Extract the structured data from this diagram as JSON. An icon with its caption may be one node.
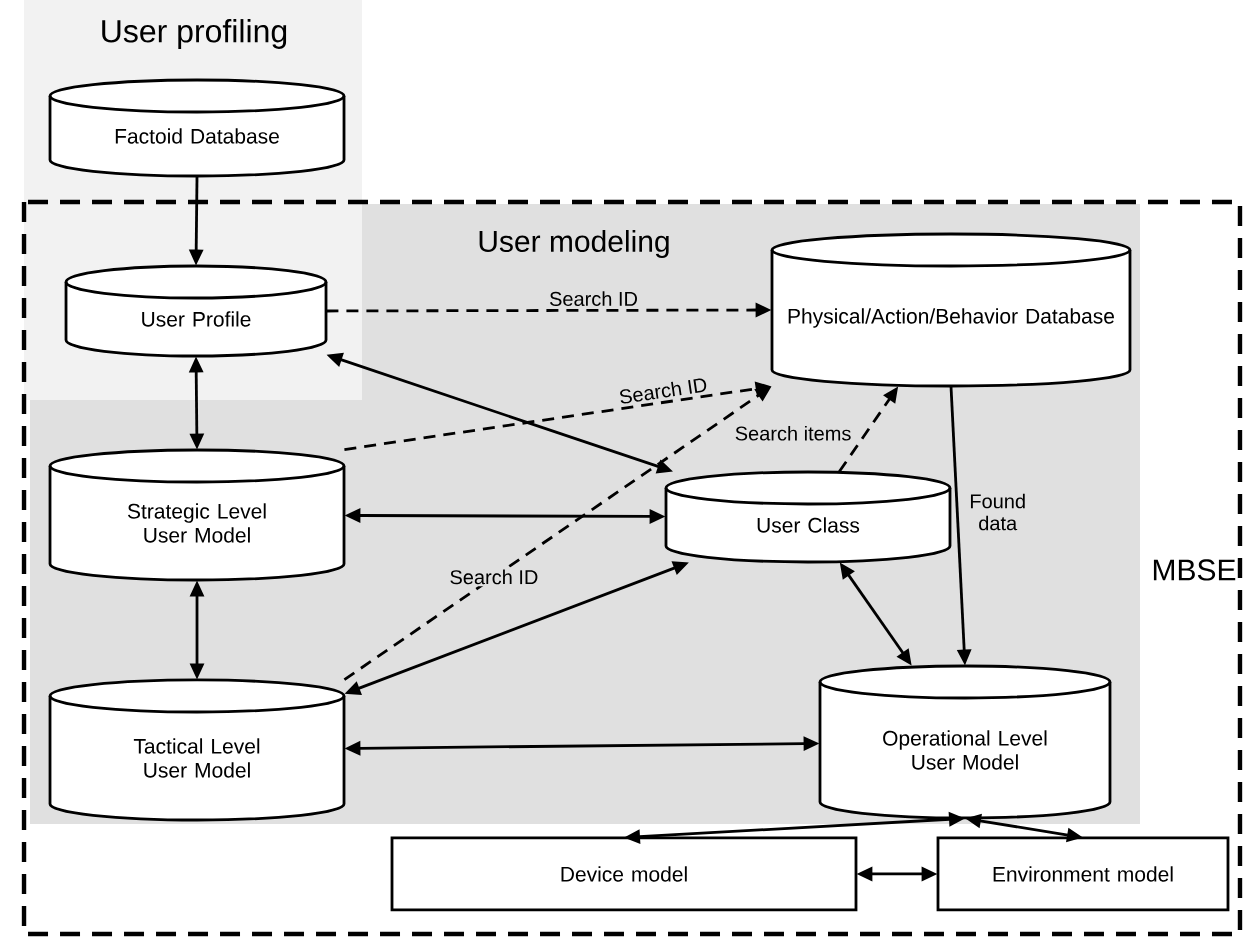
{
  "diagram": {
    "nodes": [
      {
        "text": [
          "User profiling"
        ]
      },
      {
        "text": [
          "MBSE"
        ]
      },
      {
        "text": [
          "User modeling"
        ],
        "in": 1
      },
      {
        "text": [
          "Factoid Database"
        ],
        "in": 0
      },
      {
        "text": [
          "User Profile"
        ]
      },
      {
        "text": [
          "Physical/Action/Behavior Database"
        ],
        "in": 2
      },
      {
        "text": [
          "Strategic Level User Model"
        ],
        "in": 2
      },
      {
        "text": [
          "User Class"
        ],
        "in": 2
      },
      {
        "text": [
          "Tactical Level User Model"
        ],
        "in": 2
      },
      {
        "text": [
          "Operational Level User Model"
        ],
        "in": 2
      },
      {
        "text": [
          "Device model"
        ],
        "in": 1
      },
      {
        "text": [
          "Environment model"
        ],
        "in": 1
      }
    ],
    "edges": [
      {
        "from": 3,
        "to": 4,
        "arrow": "to"
      },
      {
        "from": 4,
        "to": 6,
        "arrow": "both"
      },
      {
        "from": 6,
        "to": 8,
        "arrow": "both"
      },
      {
        "from": 4,
        "to": 5,
        "arrow": "to",
        "style": "dashed",
        "label": "Search ID"
      },
      {
        "from": 6,
        "to": 5,
        "arrow": "to",
        "style": "dashed",
        "label": "Search ID"
      },
      {
        "from": 8,
        "to": 5,
        "arrow": "to",
        "style": "dashed",
        "label": "Search ID"
      },
      {
        "from": 7,
        "to": 5,
        "arrow": "to",
        "style": "dashed",
        "label": "Search items"
      },
      {
        "from": 4,
        "to": 7,
        "arrow": "both"
      },
      {
        "from": 6,
        "to": 7,
        "arrow": "both"
      },
      {
        "from": 8,
        "to": 7,
        "arrow": "both"
      },
      {
        "from": 8,
        "to": 9,
        "arrow": "both"
      },
      {
        "from": 5,
        "to": 9,
        "arrow": "to",
        "label": "Found data"
      },
      {
        "from": 7,
        "to": 9,
        "arrow": "both"
      },
      {
        "from": 9,
        "to": 10,
        "arrow": "both"
      },
      {
        "from": 9,
        "to": 11,
        "arrow": "both"
      },
      {
        "from": 10,
        "to": 11,
        "arrow": "both"
      }
    ]
  }
}
